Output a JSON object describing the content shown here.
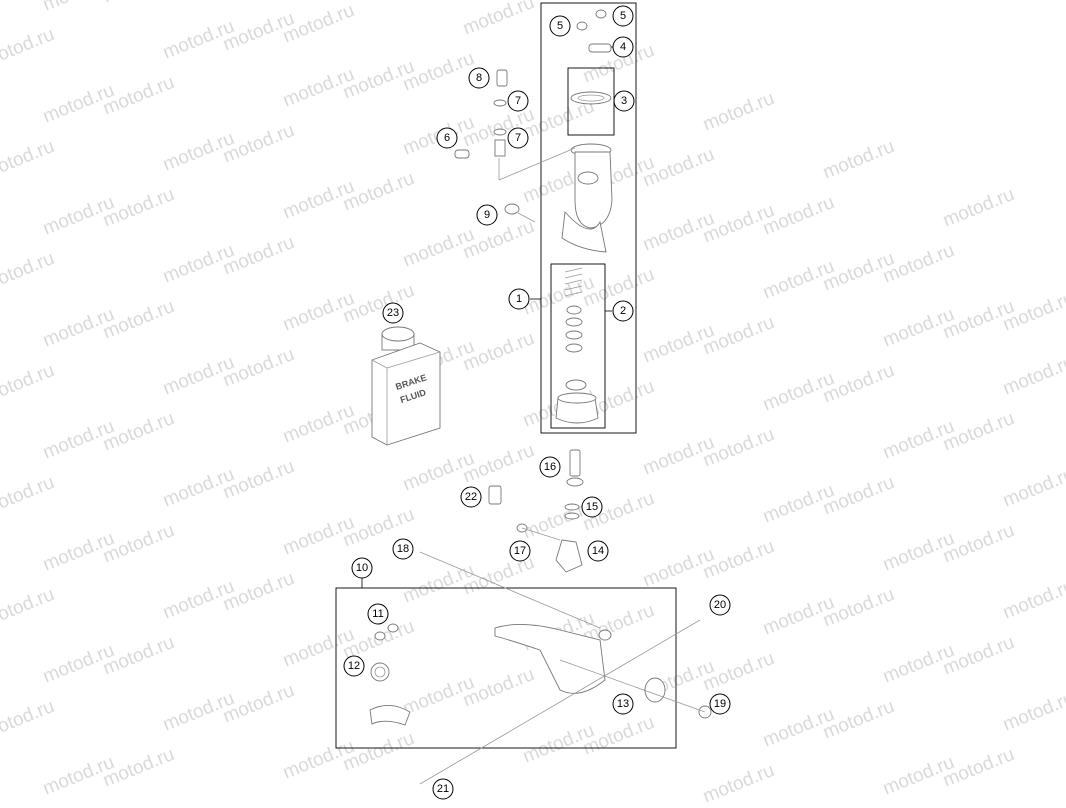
{
  "watermark": "motod.ru",
  "bottle_label": [
    "BRAKE",
    "FLUID"
  ],
  "callouts": [
    "1",
    "2",
    "3",
    "4",
    "5",
    "5",
    "6",
    "7",
    "7",
    "8",
    "9",
    "10",
    "11",
    "12",
    "13",
    "14",
    "15",
    "16",
    "17",
    "18",
    "19",
    "20",
    "21",
    "22",
    "23"
  ]
}
